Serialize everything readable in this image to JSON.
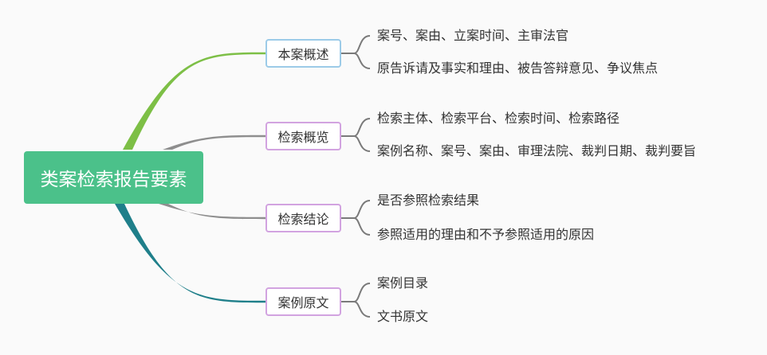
{
  "diagram": {
    "root": {
      "label": "类案检索报告要素",
      "color": "#4bc18a"
    },
    "branches": [
      {
        "label": "本案概述",
        "border_color": "#9ccbe8",
        "link_color": "#7dbf46",
        "children": [
          "案号、案由、立案时间、主审法官",
          "原告诉请及事实和理由、被告答辩意见、争议焦点"
        ]
      },
      {
        "label": "检索概览",
        "border_color": "#d2a3e0",
        "link_color": "#8e8e8e",
        "children": [
          "检索主体、检索平台、检索时间、检索路径",
          "案例名称、案号、案由、审理法院、裁判日期、裁判要旨"
        ]
      },
      {
        "label": "检索结论",
        "border_color": "#d2a3e0",
        "link_color": "#8e8e8e",
        "children": [
          "是否参照检索结果",
          "参照适用的理由和不予参照适用的原因"
        ]
      },
      {
        "label": "案例原文",
        "border_color": "#d2a3e0",
        "link_color": "#1f7f8a",
        "children": [
          "案例目录",
          "文书原文"
        ]
      }
    ]
  }
}
